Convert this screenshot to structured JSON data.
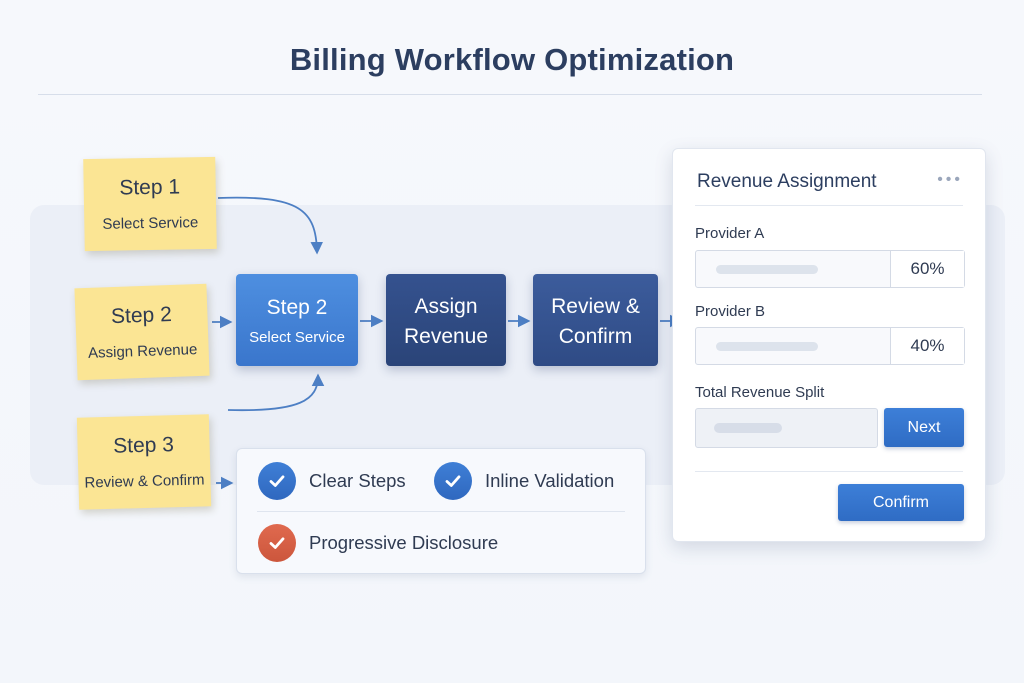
{
  "title": "Billing Workflow Optimization",
  "sticky_notes": [
    {
      "title": "Step 1",
      "subtitle": "Select Service"
    },
    {
      "title": "Step 2",
      "subtitle": "Assign Revenue"
    },
    {
      "title": "Step 3",
      "subtitle": "Review & Confirm"
    }
  ],
  "flow_steps": [
    {
      "line1": "Step 2",
      "line2": "Select Service"
    },
    {
      "line1": "Assign",
      "line2": "Revenue"
    },
    {
      "line1": "Review &",
      "line2": "Confirm"
    }
  ],
  "features": [
    {
      "label": "Clear Steps",
      "check_color": "#3a76cc"
    },
    {
      "label": "Inline Validation",
      "check_color": "#3a76cc"
    },
    {
      "label": "Progressive Disclosure",
      "check_color": "#d65f45"
    }
  ],
  "panel": {
    "title": "Revenue Assignment",
    "menu_icon": "more-horizontal-icon",
    "provider_a": {
      "label": "Provider A",
      "percent": "60%"
    },
    "provider_b": {
      "label": "Provider B",
      "percent": "40%"
    },
    "total_label": "Total Revenue Split",
    "next_label": "Next",
    "confirm_label": "Confirm"
  },
  "colors": {
    "accent": "#3a76cc",
    "dark_navy": "#2a4478",
    "sticky": "#fbe594",
    "warning": "#d65f45"
  }
}
